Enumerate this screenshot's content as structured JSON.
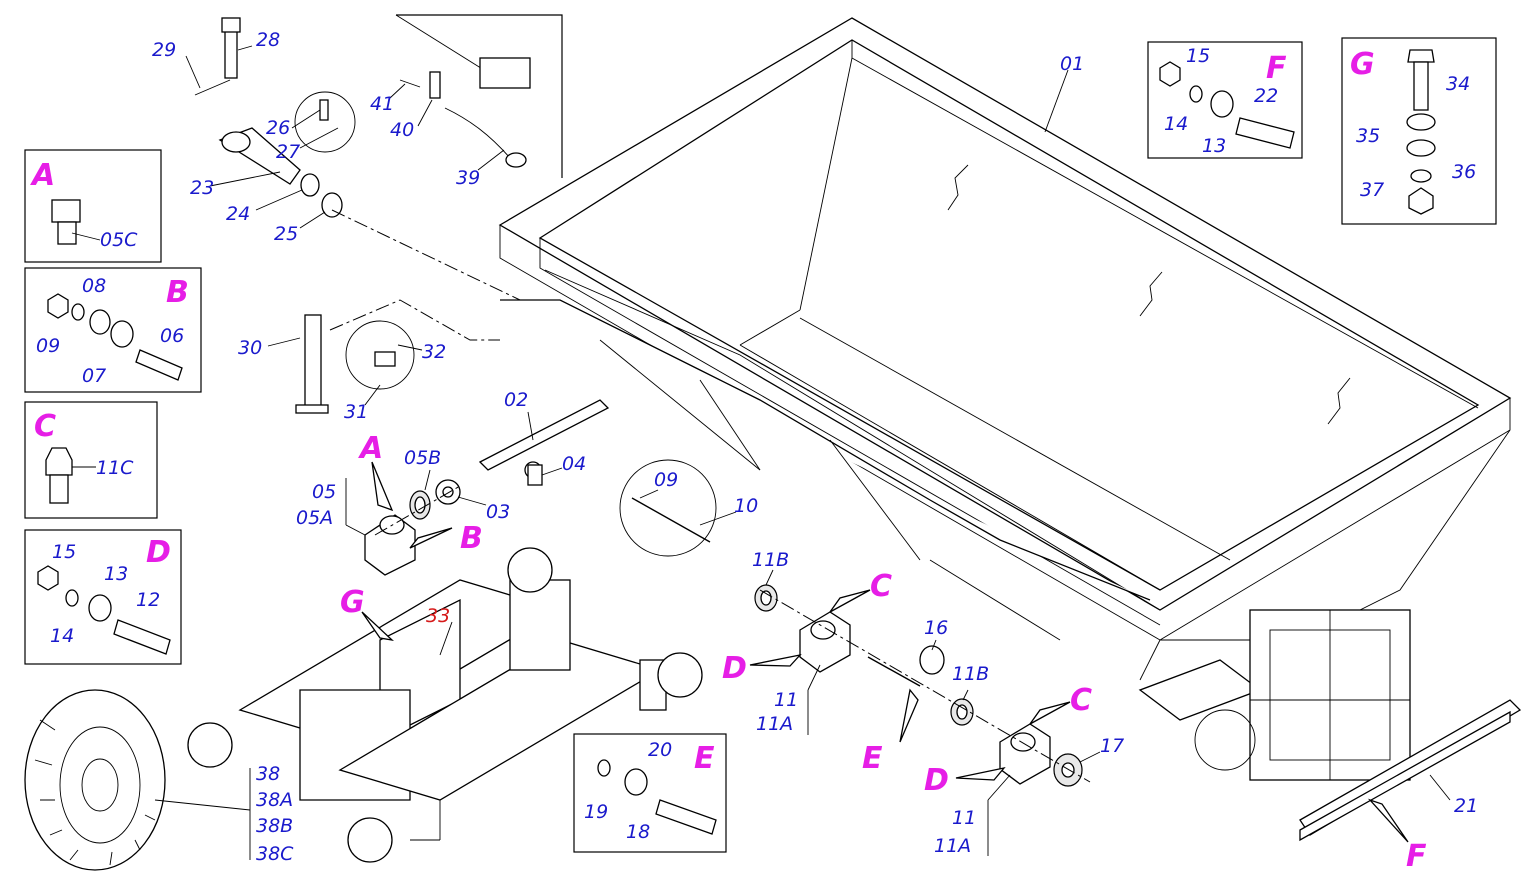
{
  "colors": {
    "part_number": "#1a1acc",
    "callout_letter": "#e61ee6",
    "highlight_number": "#d61a1a",
    "line": "#000000"
  },
  "inset_boxes": {
    "A": {
      "letter": "A",
      "labels": [
        "05C"
      ]
    },
    "B": {
      "letter": "B",
      "labels": [
        "08",
        "09",
        "07",
        "06"
      ]
    },
    "C": {
      "letter": "C",
      "labels": [
        "11C"
      ]
    },
    "D": {
      "letter": "D",
      "labels": [
        "15",
        "13",
        "12",
        "14"
      ]
    },
    "E": {
      "letter": "E",
      "labels": [
        "20",
        "19",
        "18"
      ]
    },
    "F": {
      "letter": "F",
      "labels": [
        "15",
        "22",
        "14",
        "13"
      ]
    },
    "G": {
      "letter": "G",
      "labels": [
        "34",
        "35",
        "36",
        "37"
      ]
    }
  },
  "callouts": {
    "A": "A",
    "B": "B",
    "C": "C",
    "D": "D",
    "E": "E",
    "F": "F",
    "G": "G"
  },
  "parts": {
    "p01": "01",
    "p02": "02",
    "p03": "03",
    "p04": "04",
    "p05": "05",
    "p05A": "05A",
    "p05B": "05B",
    "p09": "09",
    "p10": "10",
    "p11": "11",
    "p11A": "11A",
    "p11B": "11B",
    "p16": "16",
    "p17": "17",
    "p21": "21",
    "p23": "23",
    "p24": "24",
    "p25": "25",
    "p26": "26",
    "p27": "27",
    "p28": "28",
    "p29": "29",
    "p30": "30",
    "p31": "31",
    "p32": "32",
    "p33": "33",
    "p38": "38",
    "p38A": "38A",
    "p38B": "38B",
    "p38C": "38C",
    "p39": "39",
    "p40": "40",
    "p41": "41"
  }
}
